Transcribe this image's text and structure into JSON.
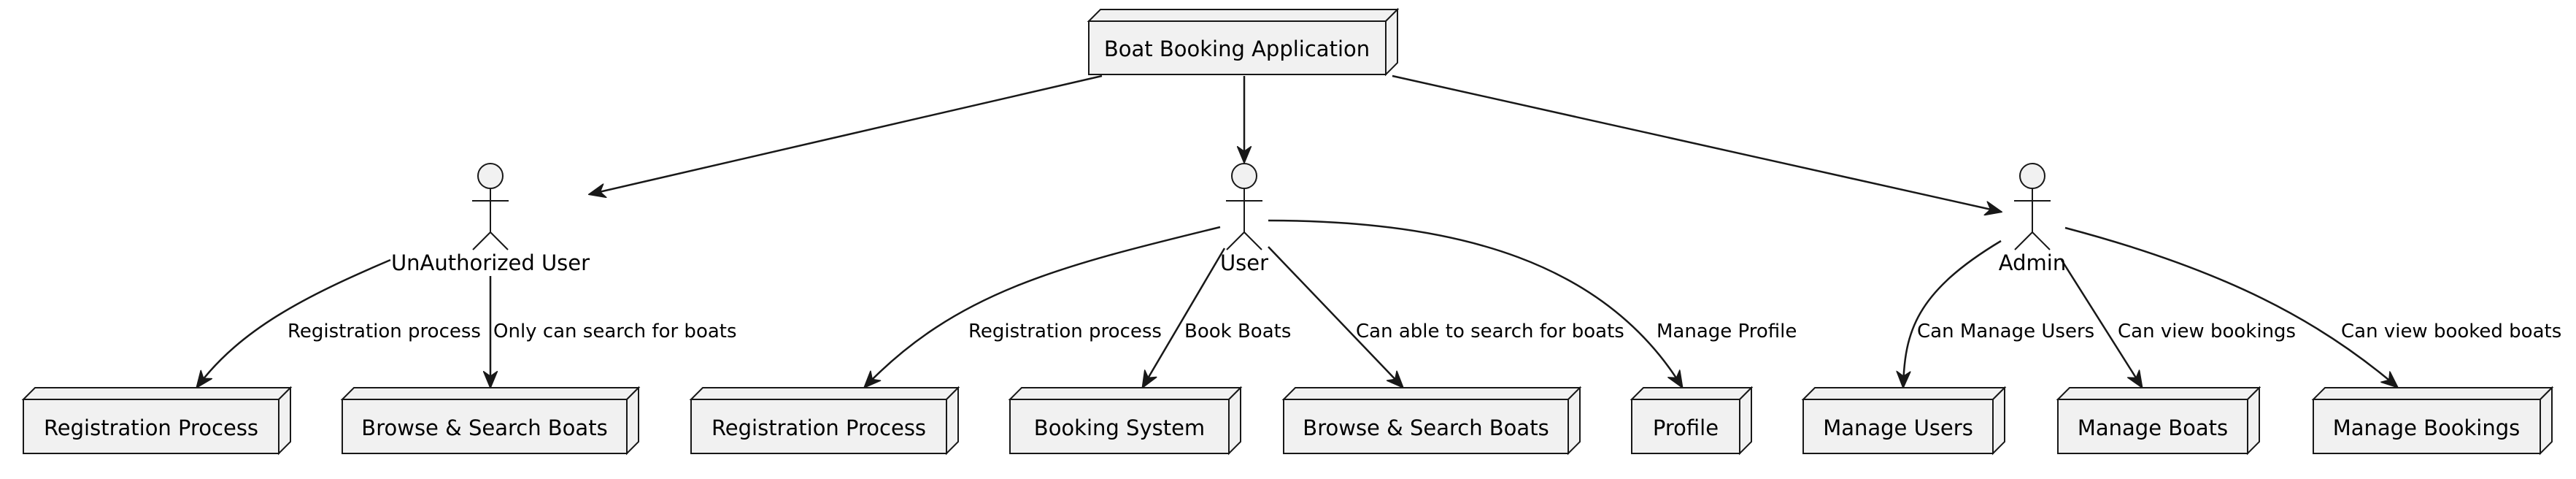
{
  "diagram": {
    "nodes": {
      "app": "Boat Booking Application",
      "reg1": "Registration Process",
      "browse1": "Browse & Search Boats",
      "reg2": "Registration Process",
      "booking": "Booking System",
      "browse2": "Browse & Search Boats",
      "profile": "Profile",
      "manage_users": "Manage Users",
      "manage_boats": "Manage Boats",
      "manage_bookings": "Manage Bookings"
    },
    "actors": {
      "unauth": "UnAuthorized User",
      "user": "User",
      "admin": "Admin"
    },
    "edges": [
      {
        "from": "app",
        "to": "unauth",
        "label": ""
      },
      {
        "from": "app",
        "to": "user",
        "label": ""
      },
      {
        "from": "app",
        "to": "admin",
        "label": ""
      },
      {
        "from": "unauth",
        "to": "reg1",
        "label": "Registration process"
      },
      {
        "from": "unauth",
        "to": "browse1",
        "label": "Only can search for boats"
      },
      {
        "from": "user",
        "to": "reg2",
        "label": "Registration process"
      },
      {
        "from": "user",
        "to": "booking",
        "label": "Book Boats"
      },
      {
        "from": "user",
        "to": "browse2",
        "label": "Can able to search for boats"
      },
      {
        "from": "user",
        "to": "profile",
        "label": "Manage Profile"
      },
      {
        "from": "admin",
        "to": "manage_users",
        "label": "Can Manage Users"
      },
      {
        "from": "admin",
        "to": "manage_boats",
        "label": "Can view bookings"
      },
      {
        "from": "admin",
        "to": "manage_bookings",
        "label": "Can view booked boats"
      }
    ],
    "colors": {
      "node_fill": "#f1f1f1",
      "stroke": "#181818",
      "text": "#000000",
      "background": "#ffffff"
    }
  }
}
